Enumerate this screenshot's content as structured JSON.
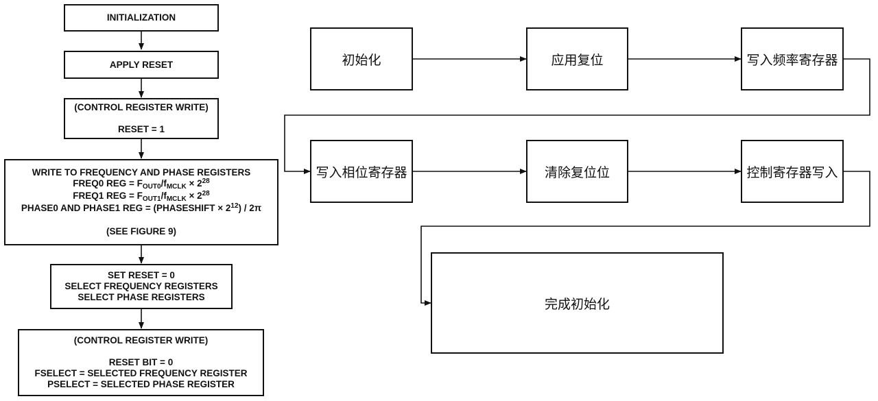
{
  "left_flow": {
    "initialization": "INITIALIZATION",
    "apply_reset": "APPLY RESET",
    "control_write_1": {
      "header": "(CONTROL REGISTER WRITE)",
      "reset": "RESET = 1"
    },
    "write_regs": {
      "title": "WRITE TO FREQUENCY AND PHASE REGISTERS",
      "freq0": {
        "lhs": "FREQ0 REG = F",
        "fout_sub": "OUT0",
        "mid": "/f",
        "mclk_sub": "MCLK",
        "times": " × 2",
        "exp": "28"
      },
      "freq1": {
        "lhs": "FREQ1 REG = F",
        "fout_sub": "OUT1",
        "mid": "/f",
        "mclk_sub": "MCLK",
        "times": " × 2",
        "exp": "28"
      },
      "phase": {
        "lhs": "PHASE0 AND PHASE1 REG = (PHASESHIFT × 2",
        "exp": "12",
        "rhs": ") / 2π"
      },
      "see": "(SEE FIGURE 9)"
    },
    "set_reset": {
      "l1": "SET RESET = 0",
      "l2": "SELECT FREQUENCY REGISTERS",
      "l3": "SELECT PHASE REGISTERS"
    },
    "control_write_2": {
      "header": "(CONTROL REGISTER WRITE)",
      "l1": "RESET BIT = 0",
      "l2": "FSELECT = SELECTED FREQUENCY REGISTER",
      "l3": "PSELECT = SELECTED PHASE REGISTER"
    }
  },
  "right_flow": {
    "init": "初始化",
    "apply_reset": "应用复位",
    "write_freq": "写入频率寄存器",
    "write_phase": "写入相位寄存器",
    "clear_reset": "清除复位位",
    "control_write": "控制寄存器写入",
    "done": "完成初始化"
  }
}
